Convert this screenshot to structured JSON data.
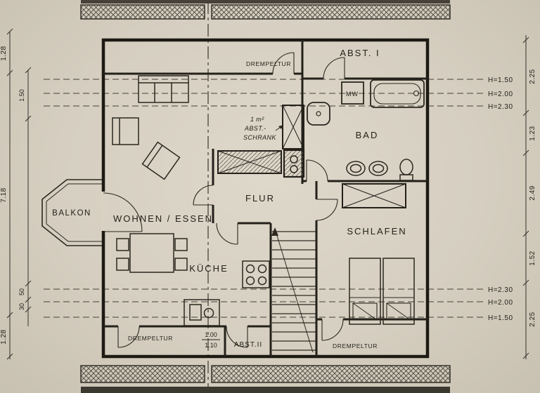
{
  "plan": {
    "rooms": {
      "abst1": "ABST. I",
      "bad": "BAD",
      "schlafen": "SCHLAFEN",
      "flur": "FLUR",
      "wohnen_essen": "WOHNEN / ESSEN",
      "kueche": "KÜCHE",
      "balkon": "BALKON",
      "abst2": "ABST.II",
      "mw": "MW"
    },
    "labels": {
      "drempeltur_top": "DREMPELTUR",
      "drempeltur_bottom_left": "DREMPELTUR",
      "drempeltur_bottom_right": "DREMPELTUR",
      "schrank_line1": "1 m²",
      "schrank_line2": "ABST.-",
      "schrank_line3": "SCHRANK"
    },
    "heights": {
      "top": [
        "H=1.50",
        "H=2.00",
        "H=2.30"
      ],
      "bottom": [
        "H=2.30",
        "H=2.00",
        "H=1.50"
      ]
    },
    "dims": {
      "right_chain": [
        "2.25",
        "1.23",
        "2.49",
        "1.52",
        "2.25"
      ],
      "left_outer": [
        "1.28",
        "7.18",
        "1.28"
      ],
      "left_inner": [
        "1.50",
        "50",
        "30"
      ],
      "stair_width": [
        "1.00",
        "1.10"
      ]
    },
    "colors": {
      "paper": "#d8d1c2",
      "ink": "#221f18"
    }
  }
}
